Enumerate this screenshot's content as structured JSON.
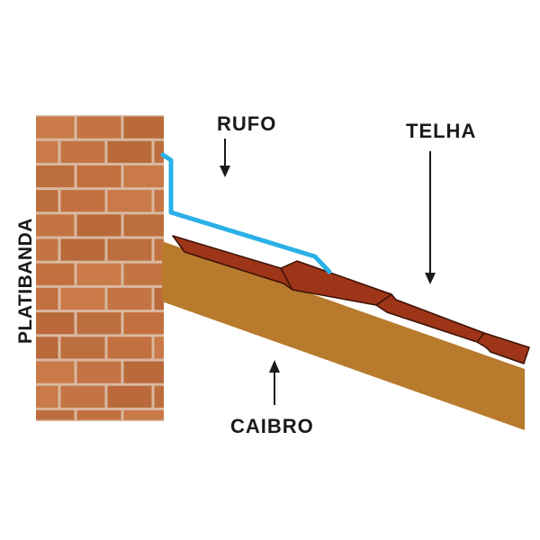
{
  "labels": {
    "platibanda": "PLATIBANDA",
    "rufo": "RUFO",
    "telha": "TELHA",
    "caibro": "CAIBRO"
  },
  "colors": {
    "background": "#ffffff",
    "brick": "#c0703f",
    "mortar": "#d9b8a0",
    "rafter": "#b87a2d",
    "flashing": "#2ab0e8",
    "tile": "#9e3418",
    "tile_outline": "#3a1206",
    "arrow": "#1a1a1a"
  }
}
